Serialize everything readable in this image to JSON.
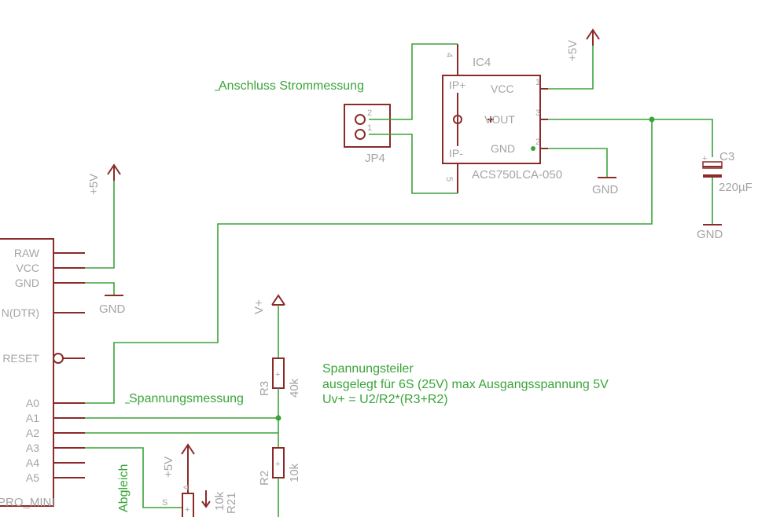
{
  "notes": {
    "current_title": "Anschluss Strommessung",
    "divider_title": "Spannungsteiler",
    "divider_desc": "ausgelegt für 6S (25V) max Ausgangsspannung 5V",
    "divider_formula": "Uv+ = U2/R2*(R3+R2)",
    "voltage_meas": "Spannungsmessung",
    "abgleich": "Abgleich"
  },
  "ic4": {
    "name": "IC4",
    "value": "ACS750LCA-050",
    "pins": {
      "ip_plus": "IP+",
      "ip_minus": "IP-",
      "vcc": "VCC",
      "vout": "VOUT",
      "gnd": "GND"
    },
    "pin_numbers": {
      "p1": "1",
      "p2": "2",
      "p3": "3",
      "p4": "4",
      "p5": "5"
    }
  },
  "jp4": {
    "name": "JP4",
    "pin1": "1",
    "pin2": "2"
  },
  "c3": {
    "name": "C3",
    "value": "220µF",
    "plus": "+"
  },
  "arduino": {
    "name": "PRO_MINI",
    "pins": [
      "RAW",
      "VCC",
      "GND",
      "N(DTR)",
      "RESET",
      "A0",
      "A1",
      "A2",
      "A3",
      "A4",
      "A5"
    ]
  },
  "r3": {
    "name": "R3",
    "value": "40k"
  },
  "r2": {
    "name": "R2",
    "value": "10k"
  },
  "r21": {
    "name": "R21",
    "value": "10k",
    "pin_s": "S",
    "pin_a": "A"
  },
  "supplies": {
    "p5v": "+5V",
    "gnd": "GND",
    "vplus": "V+"
  }
}
